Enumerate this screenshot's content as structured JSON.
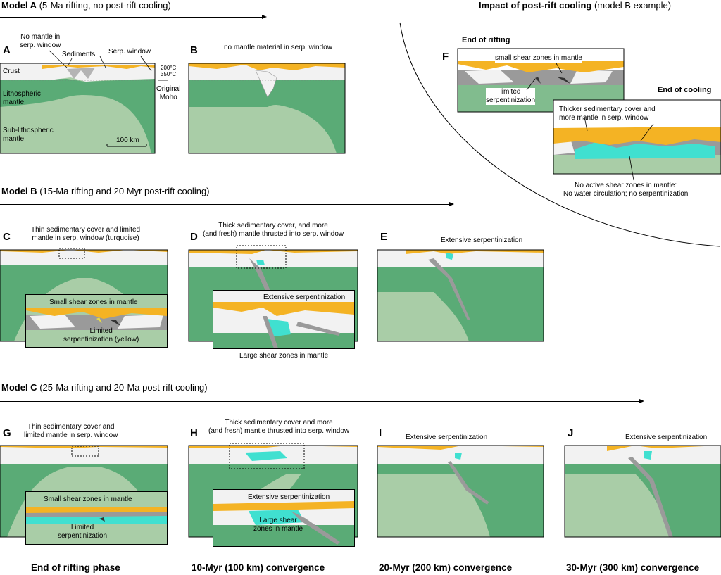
{
  "colors": {
    "sediment": "#f4b324",
    "crust": "#f2f2f2",
    "lith_mantle": "#5aab76",
    "sub_lith_mantle": "#a9cda7",
    "serpentinite": "#40e0d0",
    "shear_zone": "#9a9a9a",
    "dark_shear": "#333333",
    "limited_serp": "#e6d84a"
  },
  "model_a": {
    "title_bold": "Model A",
    "title_rest": "(5-Ma rifting, no post-rift cooling)",
    "panel_a": {
      "letter": "A",
      "no_mantle": "No mantle in\nserp. window",
      "sediments": "Sediments",
      "serp_window": "Serp. window",
      "crust": "Crust",
      "iso_200": "200°C",
      "iso_350": "350°C",
      "lith_mantle": "Lithospheric\nmantle",
      "sub_lith": "Sub-lithospheric\nmantle",
      "scale": "100 km",
      "original_moho": "Original\nMoho"
    },
    "panel_b": {
      "letter": "B",
      "note": "no mantle material in serp. window"
    }
  },
  "cooling": {
    "title_bold": "Impact of post-rift cooling",
    "title_rest": "(model B example)",
    "panel_f": {
      "letter": "F",
      "end_rifting": "End of rifting",
      "small_shear": "small shear zones in mantle",
      "limited": "limited\nserpentinization",
      "end_cooling": "End of cooling",
      "thicker": "Thicker sedimentary cover and\nmore mantle in serp. window",
      "no_active": "No active shear zones in mantle:\nNo water circulation; no serpentinization"
    }
  },
  "model_b": {
    "title_bold": "Model B",
    "title_rest": "(15-Ma rifting and 20 Myr post-rift cooling)",
    "panel_c": {
      "letter": "C",
      "thin": "Thin sedimentary cover and limited\nmantle in serp. window (turquoise)",
      "small_shear": "Small shear zones in mantle",
      "limited": "Limited\nserpentinization (yellow)"
    },
    "panel_d": {
      "letter": "D",
      "thick": "Thick sedimentary cover, and more\n(and fresh) mantle thrusted into serp. window",
      "extensive": "Extensive serpentinization",
      "large_shear": "Large shear zones in mantle"
    },
    "panel_e": {
      "letter": "E",
      "extensive": "Extensive serpentinization"
    }
  },
  "model_c": {
    "title_bold": "Model C",
    "title_rest": "(25-Ma  rifting and 20-Ma post-rift cooling)",
    "panel_g": {
      "letter": "G",
      "thin": "Thin sedimentary cover and\nlimited mantle in serp. window",
      "small_shear": "Small shear zones in mantle",
      "limited": "Limited\nserpentinization"
    },
    "panel_h": {
      "letter": "H",
      "thick": "Thick sedimentary cover and more\n(and fresh) mantle thrusted into serp. window",
      "extensive": "Extensive serpentinization",
      "large_shear": "Large shear\nzones in mantle"
    },
    "panel_i": {
      "letter": "I",
      "extensive": "Extensive serpentinization"
    },
    "panel_j": {
      "letter": "J",
      "extensive": "Extensive serpentinization"
    }
  },
  "bottom_labels": {
    "rifting": "End of rifting phase",
    "c10": "10-Myr (100 km) convergence",
    "c20": "20-Myr (200 km) convergence",
    "c30": "30-Myr (300 km) convergence"
  }
}
